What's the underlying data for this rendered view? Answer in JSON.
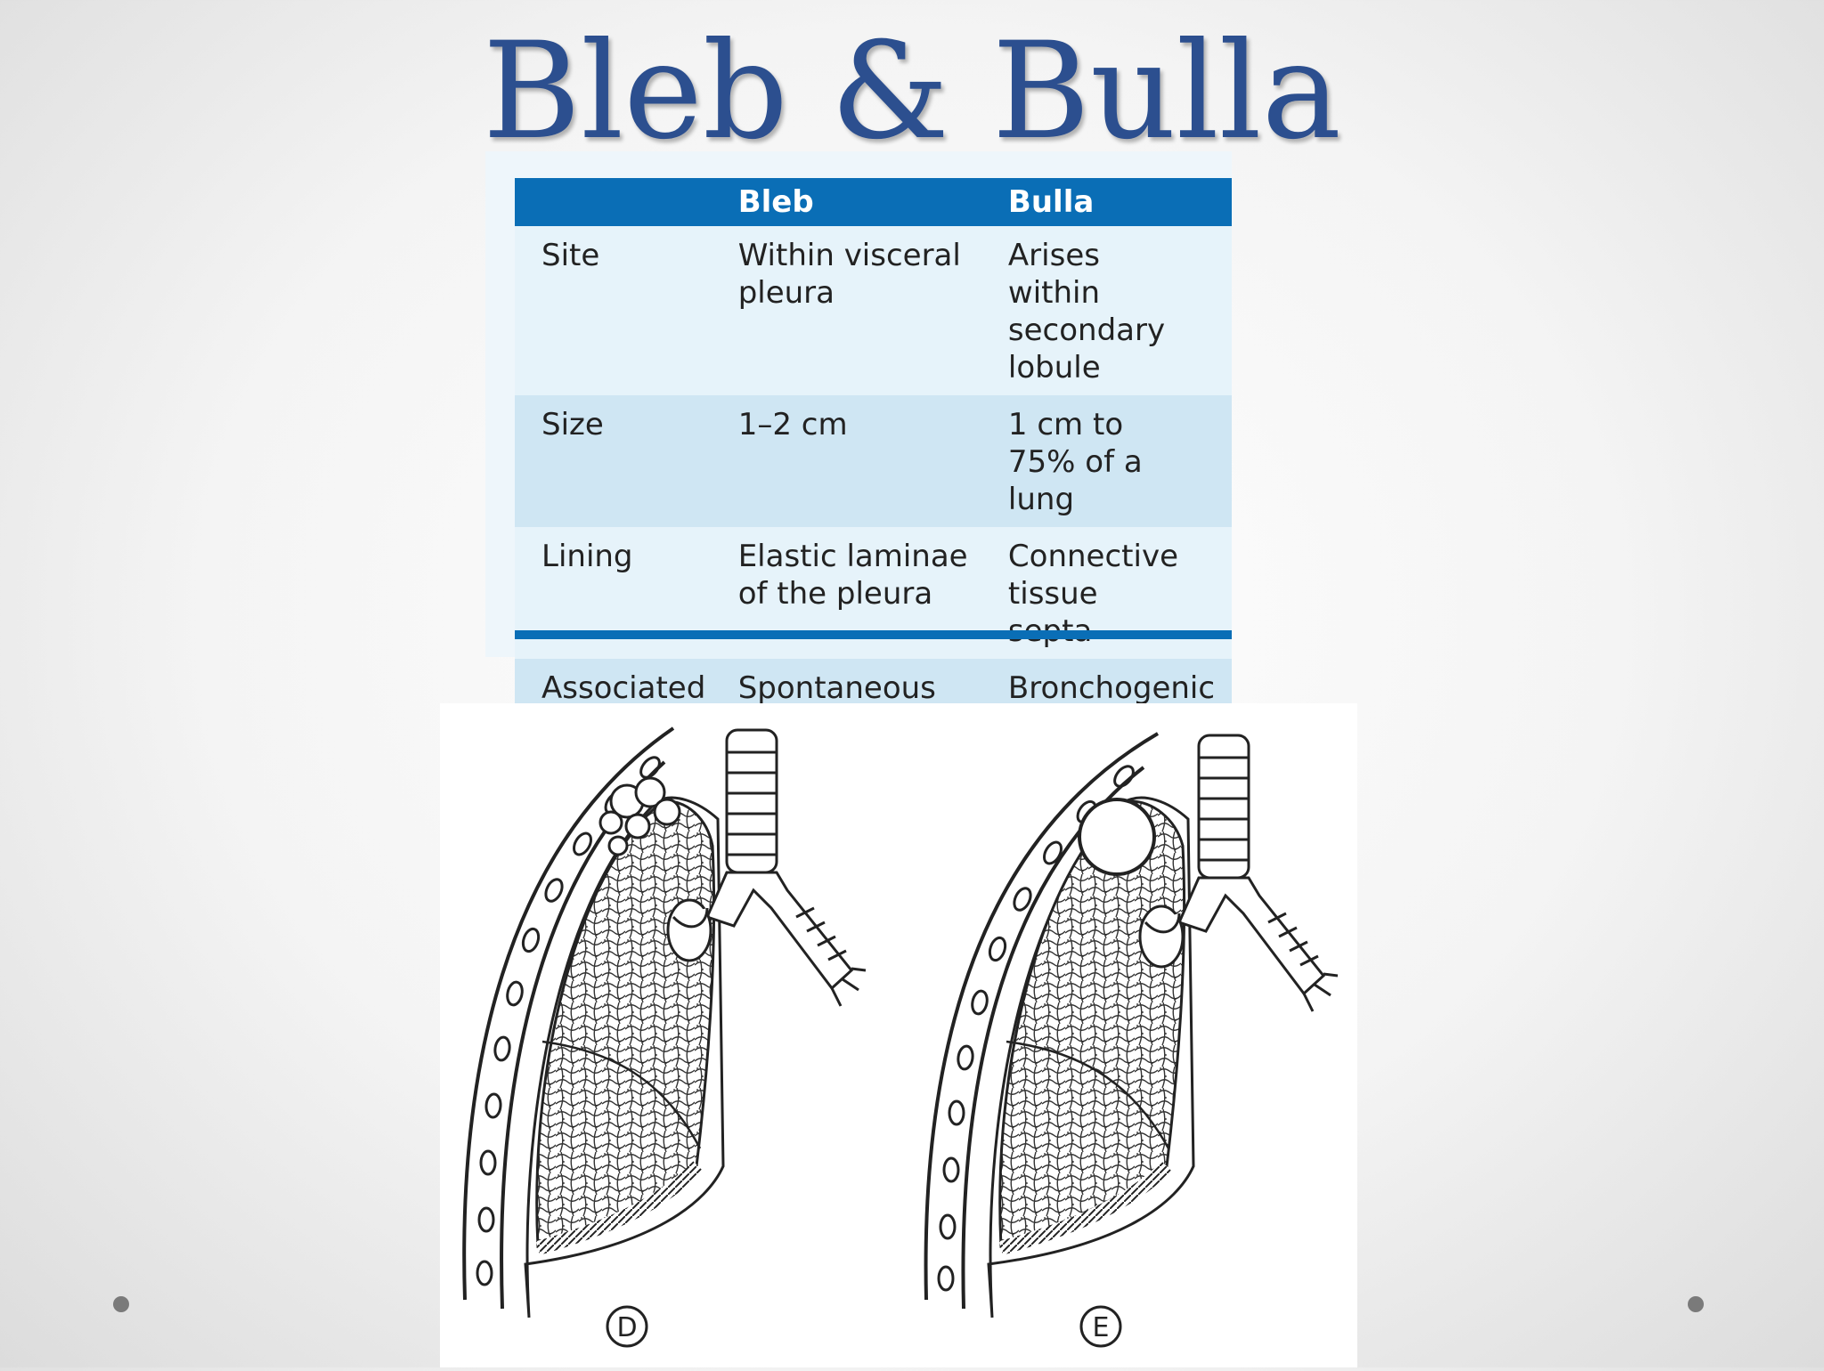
{
  "slide": {
    "title": "Bleb & Bulla"
  },
  "table": {
    "headers": [
      "",
      "Bleb",
      "Bulla"
    ],
    "rows": [
      [
        "Site",
        "Within visceral pleura",
        "Arises within secondary lobule"
      ],
      [
        "Size",
        "1–2 cm",
        "1 cm to 75% of a lung"
      ],
      [
        "Lining",
        "Elastic laminae of the pleura",
        "Connective tissue septa"
      ],
      [
        "Associated condition",
        "Spontaneous pneumothorax",
        "Bronchogenic carcinoma"
      ]
    ]
  },
  "figure": {
    "left_label": "D",
    "right_label": "E"
  },
  "colors": {
    "title": "#2c4f8f",
    "header_blue": "#0a6eb6",
    "row_light": "#e6f3fa",
    "row_dark": "#cfe6f3"
  }
}
